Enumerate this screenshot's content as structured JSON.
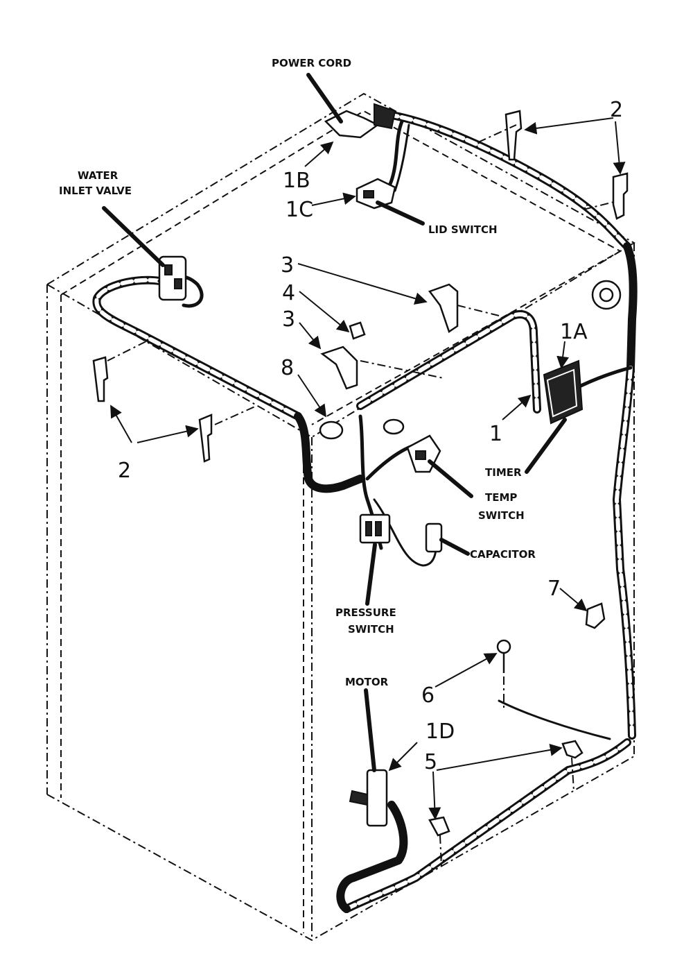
{
  "labels": {
    "power_cord": "POWER CORD",
    "water_valve_line1": "WATER",
    "water_valve_line2": "INLET VALVE",
    "lid_switch": "LID SWITCH",
    "timer": "TIMER",
    "temp_switch_line1": "TEMP",
    "temp_switch_line2": "SWITCH",
    "capacitor": "CAPACITOR",
    "pressure_switch_line1": "PRESSURE",
    "pressure_switch_line2": "SWITCH",
    "motor": "MOTOR"
  },
  "callouts": {
    "c1": "1",
    "c1a": "1A",
    "c1b": "1B",
    "c1c": "1C",
    "c1d": "1D",
    "c2_top": "2",
    "c2_left": "2",
    "c3_upper": "3",
    "c3_lower": "3",
    "c4": "4",
    "c5": "5",
    "c6": "6",
    "c7": "7",
    "c8": "8"
  }
}
